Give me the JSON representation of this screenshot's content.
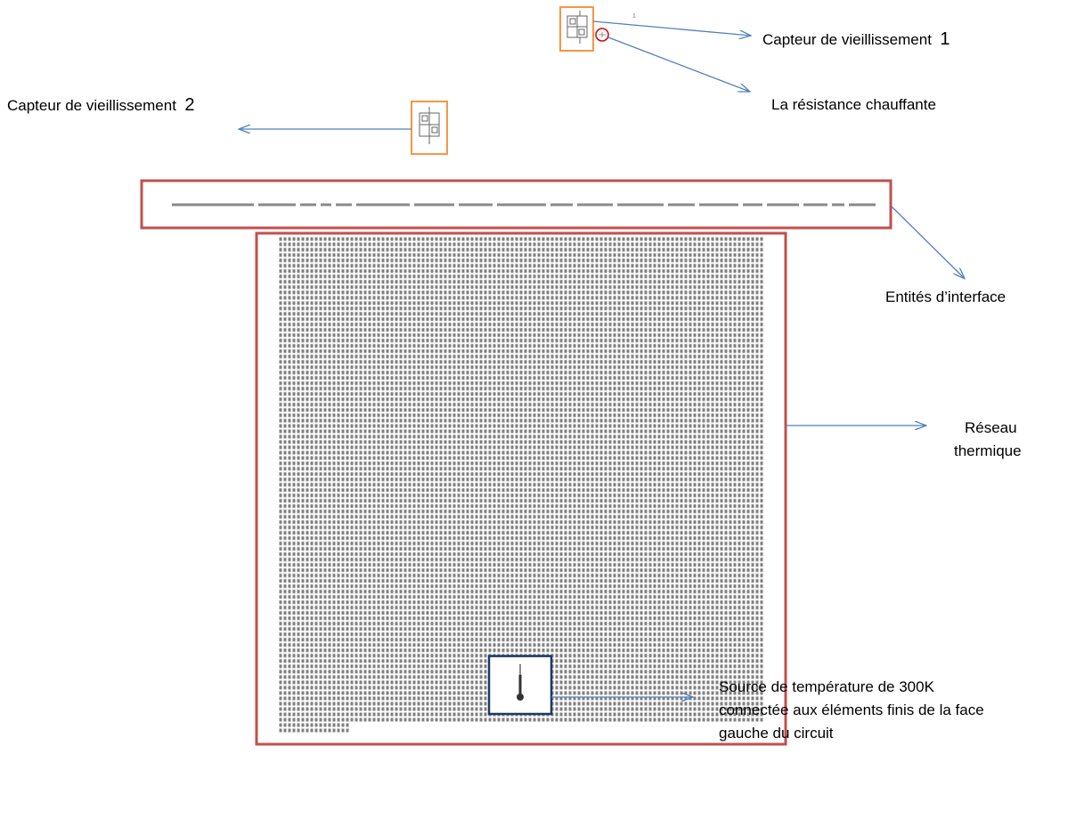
{
  "labels": {
    "sensor1_text": "Capteur de vieillissement",
    "sensor1_num": "1",
    "heater": "La résistance chauffante",
    "sensor2_text": "Capteur de vieillissement",
    "sensor2_num": "2",
    "interface": "Entités d’interface",
    "thermal_line1": "Réseau",
    "thermal_line2": "thermique",
    "source_line1": "Source de température  de 300K",
    "source_line2": "connectée aux éléments finis de la face",
    "source_line3": "gauche du circuit"
  },
  "colors": {
    "frame_red": "#c0504d",
    "sensor_orange": "#f79646",
    "arrow_blue": "#4f81bd",
    "source_navy": "#1f3864",
    "grid_gray": "#7f7f7f",
    "heater_circle": "#e00000"
  },
  "icons": {
    "sensor": "sensor-block-icon",
    "thermometer": "thermometer-icon"
  }
}
